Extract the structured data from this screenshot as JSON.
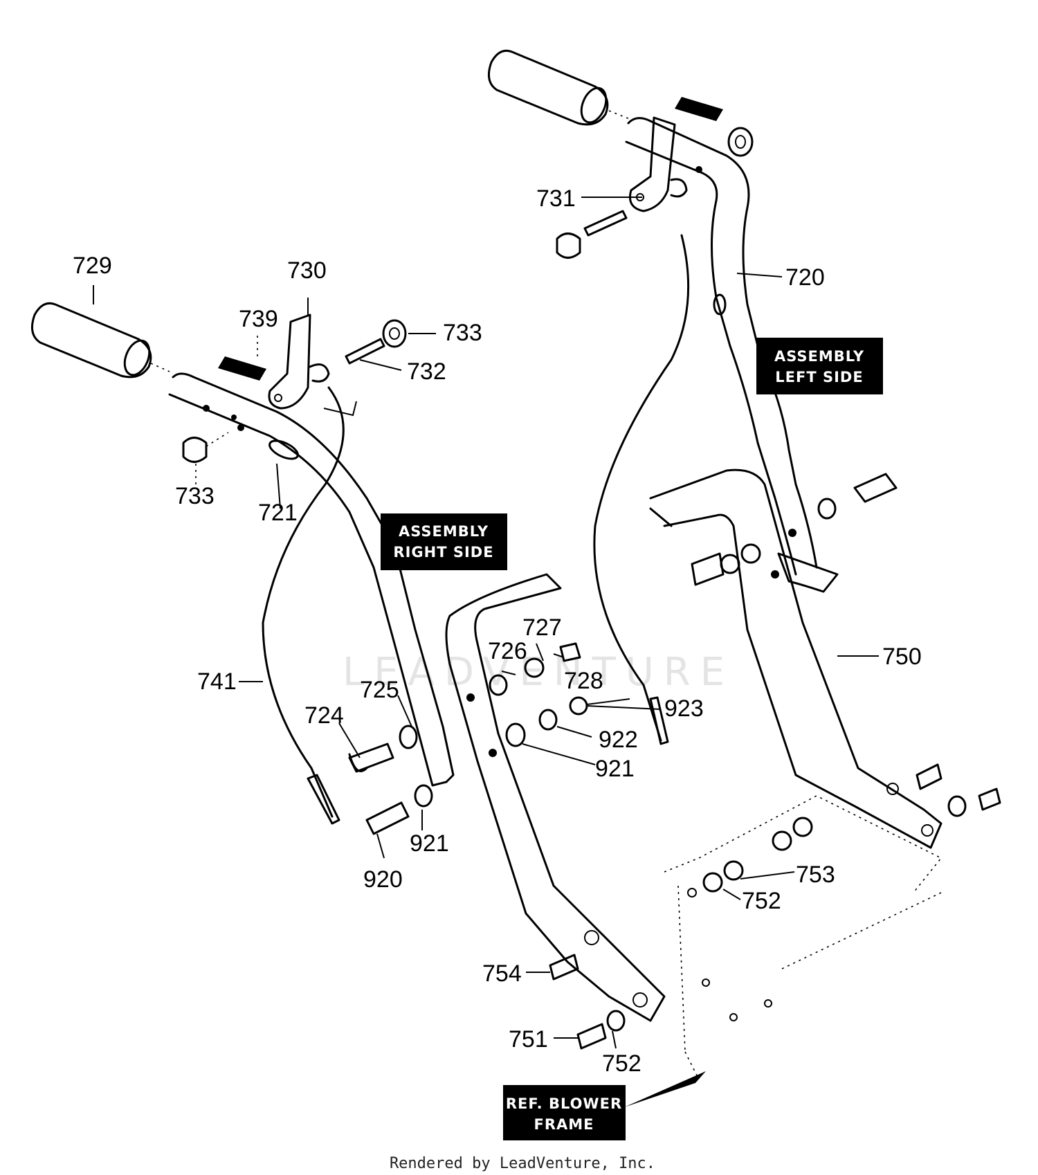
{
  "labels": {
    "p729": "729",
    "p730": "730",
    "p739": "739",
    "p733a": "733",
    "p732": "732",
    "p733b": "733",
    "p721": "721",
    "p731": "731",
    "p720": "720",
    "p741": "741",
    "p725": "725",
    "p724": "724",
    "p727": "727",
    "p726": "726",
    "p728": "728",
    "p923": "923",
    "p922": "922",
    "p921a": "921",
    "p921b": "921",
    "p920": "920",
    "p750": "750",
    "p753": "753",
    "p752a": "752",
    "p754": "754",
    "p751": "751",
    "p752b": "752"
  },
  "boxes": {
    "left_side": [
      "ASSEMBLY",
      "LEFT SIDE"
    ],
    "right_side": [
      "ASSEMBLY",
      "RIGHT SIDE"
    ],
    "blower_frame": [
      "REF. BLOWER",
      "FRAME"
    ]
  },
  "watermark": "LEADVENTURE",
  "footer": "Rendered by LeadVenture, Inc."
}
